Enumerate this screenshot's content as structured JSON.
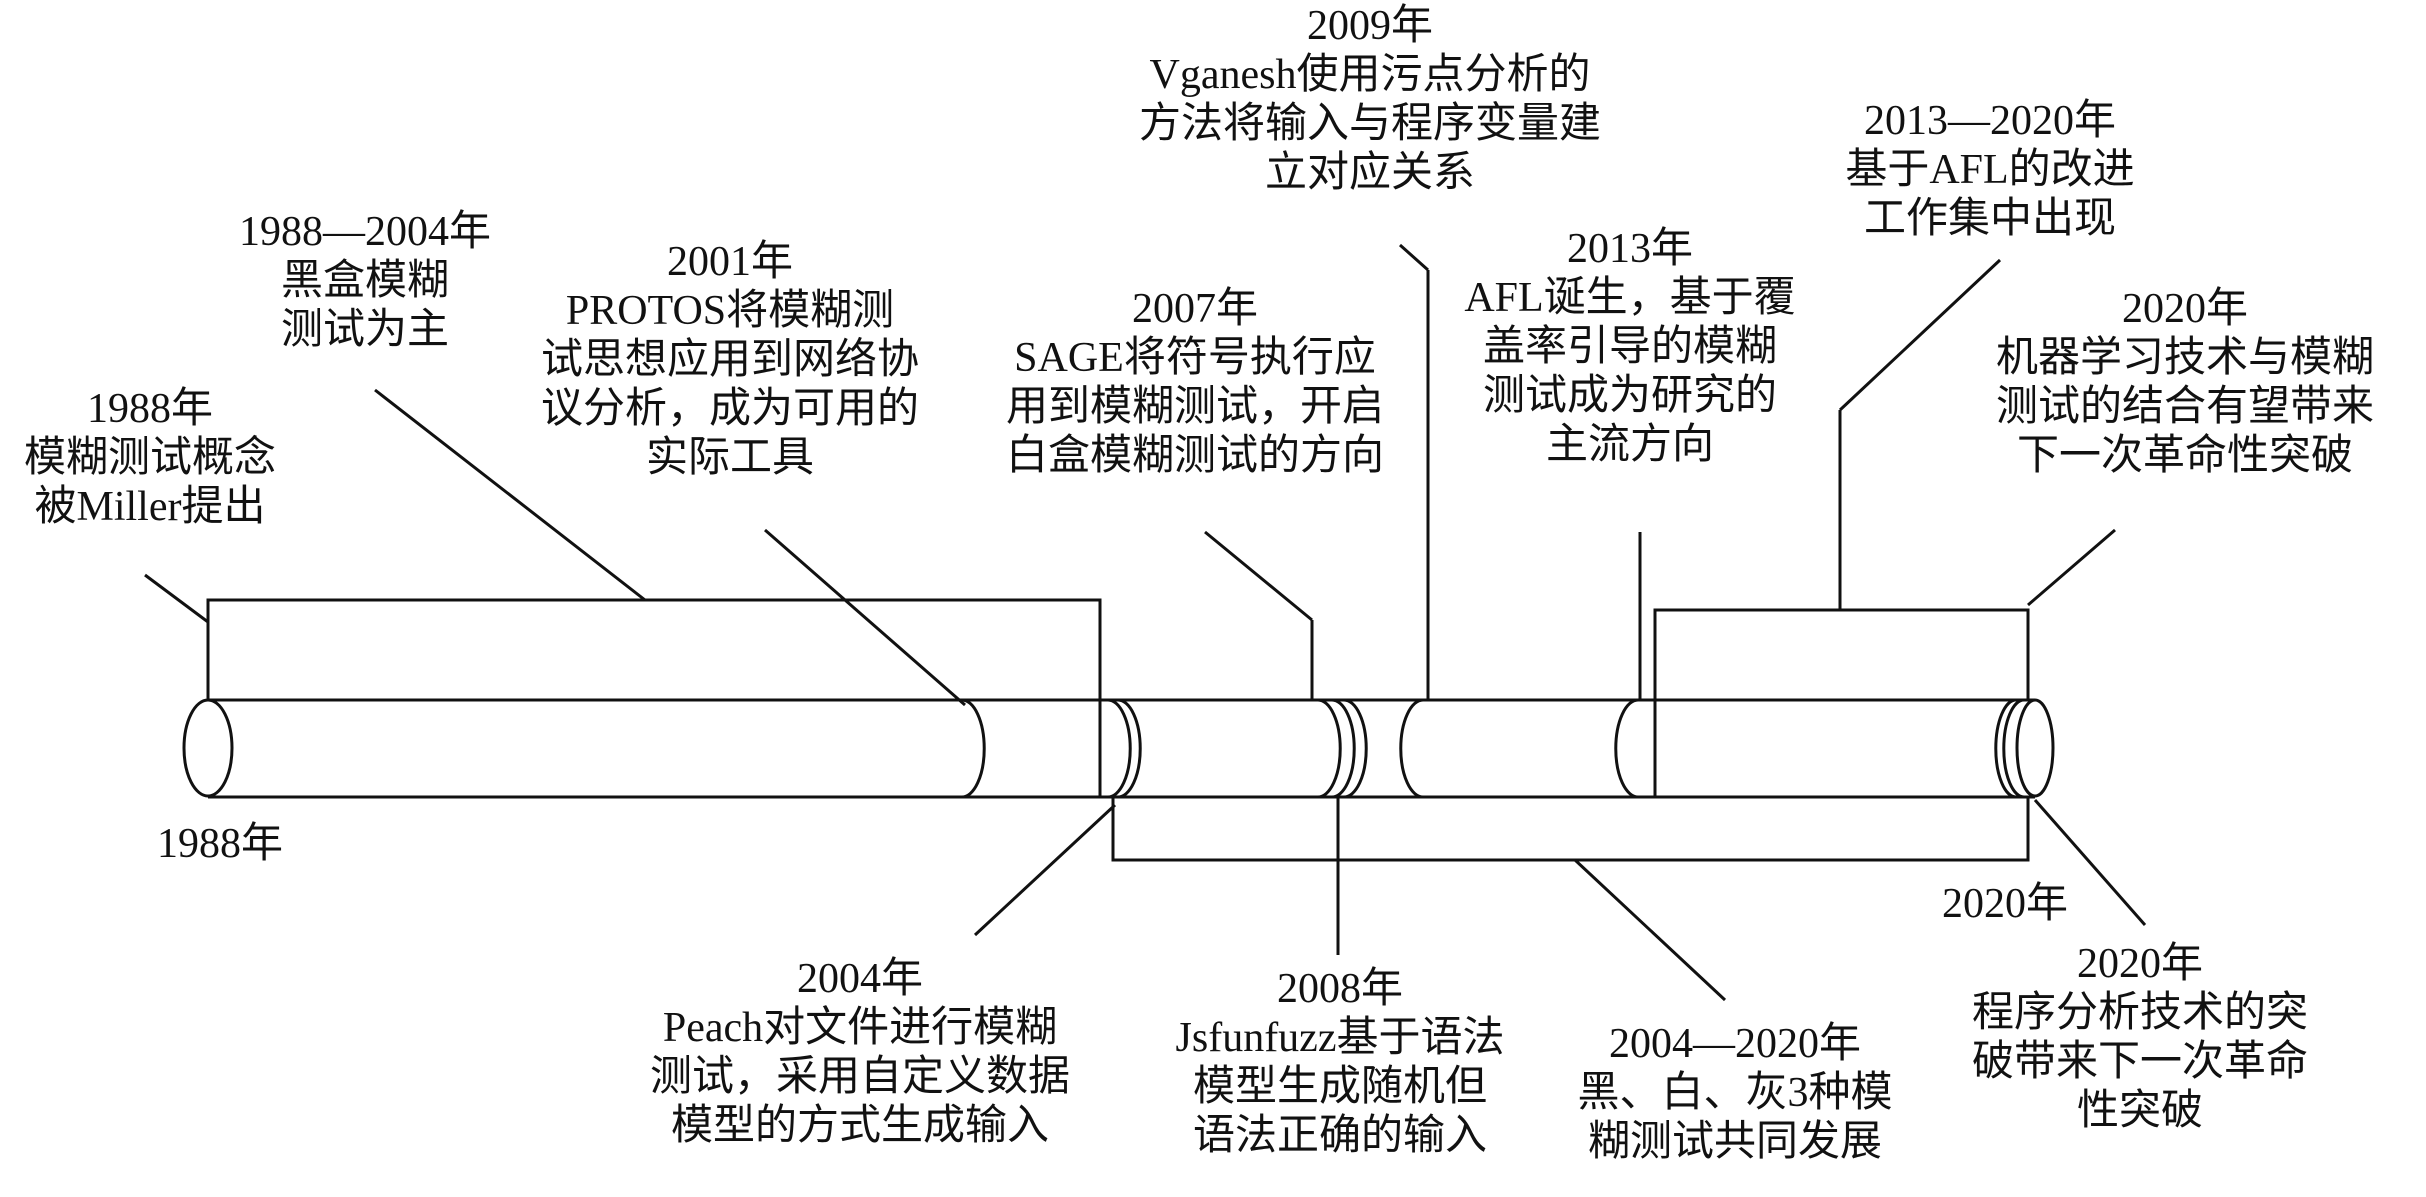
{
  "events": [
    {
      "id": "e1988",
      "lines": [
        "1988年",
        "模糊测试概念",
        "被Miller提出"
      ]
    },
    {
      "id": "e1988-2004",
      "lines": [
        "1988—2004年",
        "黑盒模糊",
        "测试为主"
      ]
    },
    {
      "id": "e2001",
      "lines": [
        "2001年",
        "PROTOS将模糊测",
        "试思想应用到网络协",
        "议分析，成为可用的",
        "实际工具"
      ]
    },
    {
      "id": "e2007",
      "lines": [
        "2007年",
        "SAGE将符号执行应",
        "用到模糊测试，开启",
        "白盒模糊测试的方向"
      ]
    },
    {
      "id": "e2009",
      "lines": [
        "2009年",
        "Vganesh使用污点分析的",
        "方法将输入与程序变量建",
        "立对应关系"
      ]
    },
    {
      "id": "e2013",
      "lines": [
        "2013年",
        "AFL诞生，基于覆",
        "盖率引导的模糊",
        "测试成为研究的",
        "主流方向"
      ]
    },
    {
      "id": "e2013-2020",
      "lines": [
        "2013—2020年",
        "基于AFL的改进",
        "工作集中出现"
      ]
    },
    {
      "id": "e2020-ml",
      "lines": [
        "2020年",
        "机器学习技术与模糊",
        "测试的结合有望带来",
        "下一次革命性突破"
      ]
    },
    {
      "id": "e2004",
      "lines": [
        "2004年",
        "Peach对文件进行模糊",
        "测试，采用自定义数据",
        "模型的方式生成输入"
      ]
    },
    {
      "id": "e2008",
      "lines": [
        "2008年",
        "Jsfunfuzz基于语法",
        "模型生成随机但",
        "语法正确的输入"
      ]
    },
    {
      "id": "e2004-2020",
      "lines": [
        "2004—2020年",
        "黑、白、灰3种模",
        "糊测试共同发展"
      ]
    },
    {
      "id": "e2020-pa",
      "lines": [
        "2020年",
        "程序分析技术的突",
        "破带来下一次革命",
        "性突破"
      ]
    }
  ],
  "axis": {
    "start_label": "1988年",
    "end_label": "2020年"
  }
}
